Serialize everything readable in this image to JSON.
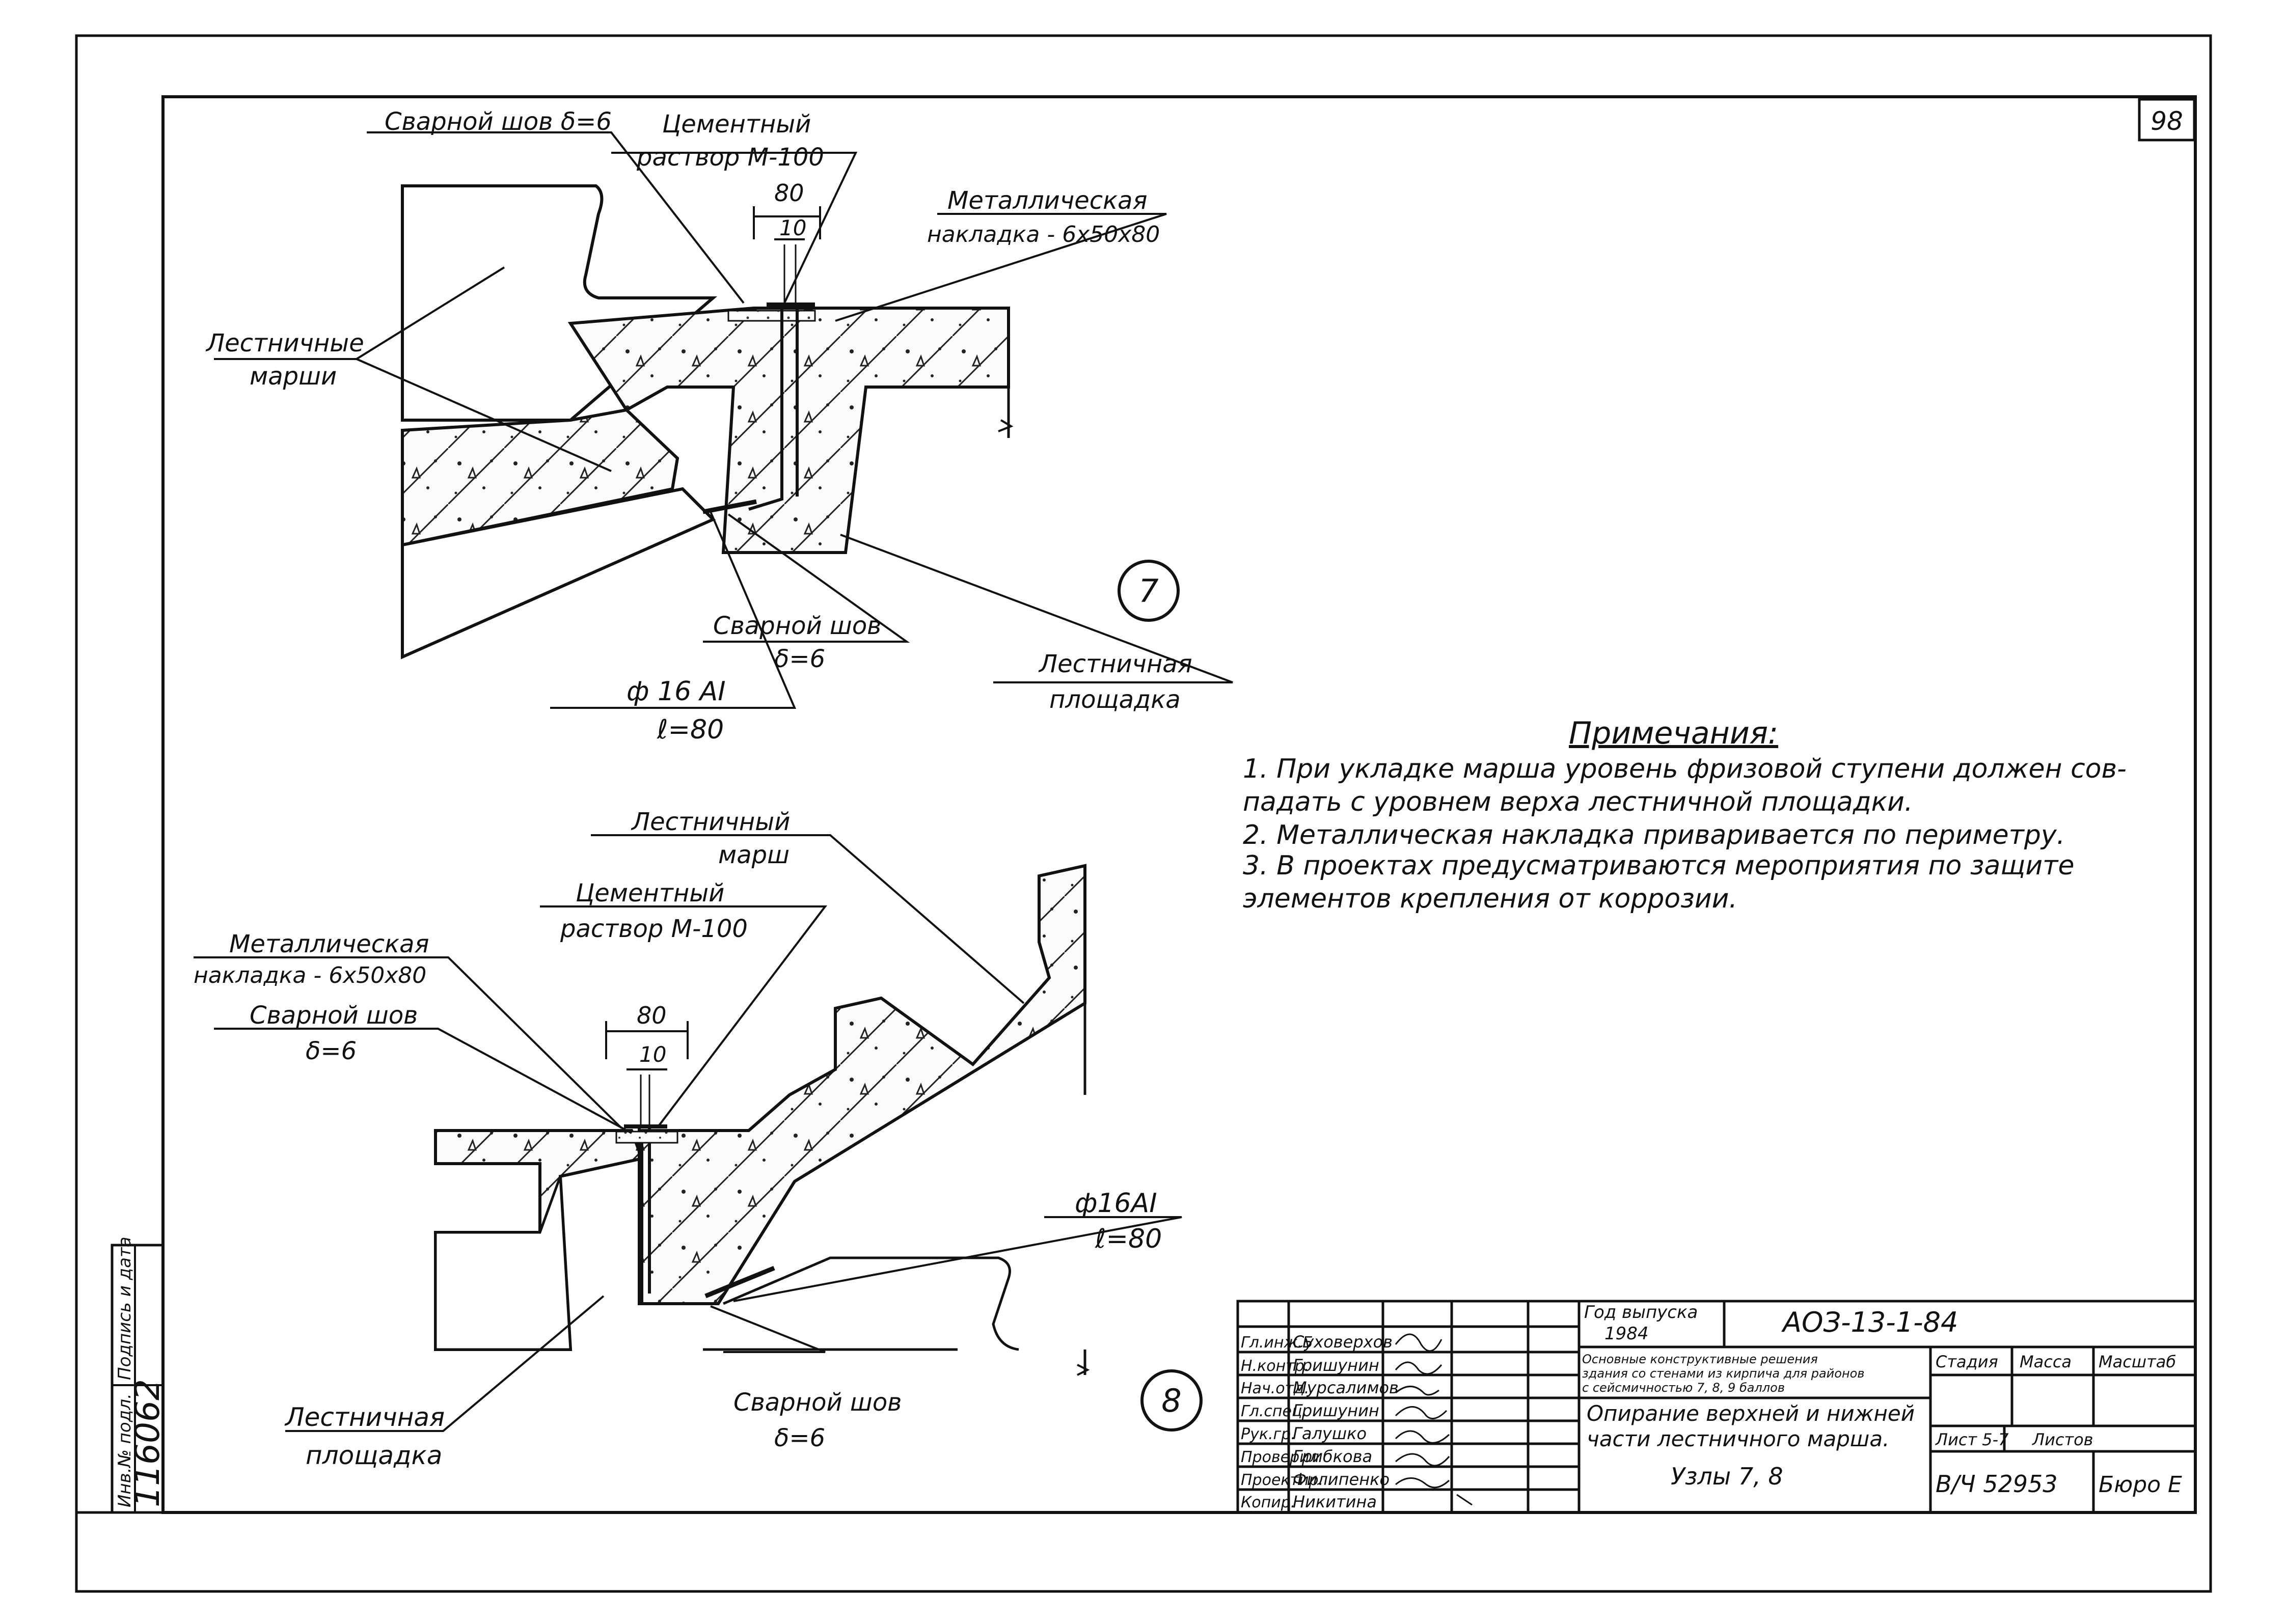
{
  "sheet": {
    "sheet_number": "98",
    "inventory_label": "Инв.№ подл.",
    "signature_date_label": "Подпись и дата",
    "inventory_number": "116062"
  },
  "node7": {
    "number": "7",
    "weld_top": "Сварной шов δ=6",
    "mortar_line1": "Цементный",
    "mortar_line2": "раствор М-100",
    "dim_80": "80",
    "dim_10": "10",
    "plate_line1": "Металлическая",
    "plate_line2": "накладка - 6х50х80",
    "flights_line1": "Лестничные",
    "flights_line2": "марши",
    "weld_bottom_line1": "Сварной шов",
    "weld_bottom_line2": "δ=6",
    "rebar_line1": "ф 16 АI",
    "rebar_line2": "ℓ=80",
    "landing_line1": "Лестничная",
    "landing_line2": "площадка"
  },
  "node8": {
    "number": "8",
    "flight_line1": "Лестничный",
    "flight_line2": "марш",
    "mortar_line1": "Цементный",
    "mortar_line2": "раствор М-100",
    "plate_line1": "Металлическая",
    "plate_line2": "накладка - 6х50х80",
    "weld_line1": "Сварной шов",
    "weld_line2": "δ=6",
    "dim_80": "80",
    "dim_10": "10",
    "rebar_line1": "ф16АI",
    "rebar_line2": "ℓ=80",
    "weld_bottom_line1": "Сварной шов",
    "weld_bottom_line2": "δ=6",
    "landing_line1": "Лестничная",
    "landing_line2": "площадка"
  },
  "notes": {
    "title": "Примечания:",
    "lines": [
      "1. При укладке марша уровень фризовой ступени должен сов-",
      "   падать с уровнем верха лестничной площадки.",
      "2. Металлическая накладка приваривается по периметру.",
      "3. В проектах предусматриваются мероприятия по защите",
      "   элементов крепления от коррозии."
    ]
  },
  "title_block": {
    "roles": [
      "Гл.инж.Б",
      "Н.контр.",
      "Нач.отд.",
      "Гл.спец.",
      "Рук.гр.",
      "Проверил",
      "Проектир.",
      "Копир."
    ],
    "names": [
      "Суховерхов",
      "Гришунин",
      "Мурсалимов",
      "Гришунин",
      "Галушко",
      "Грибкова",
      "Филипенко",
      "Никитина"
    ],
    "year_label": "Год выпуска",
    "year": "1984",
    "doc_code": "АОЗ-13-1-84",
    "series_line1": "Основные конструктивные решения",
    "series_line2": "здания со стенами из кирпича для районов",
    "series_line3": "с сейсмичностью 7, 8, 9 баллов",
    "stage_label": "Стадия",
    "mass_label": "Масса",
    "scale_label": "Масштаб",
    "subject_line1": "Опирание верхней и нижней",
    "subject_line2": "части лестничного марша.",
    "subject_line3": "Узлы 7, 8",
    "sheet_label": "Лист 5-7",
    "sheets_label": "Листов",
    "order_number": "В/Ч 52953",
    "bureau": "Бюро Е"
  }
}
